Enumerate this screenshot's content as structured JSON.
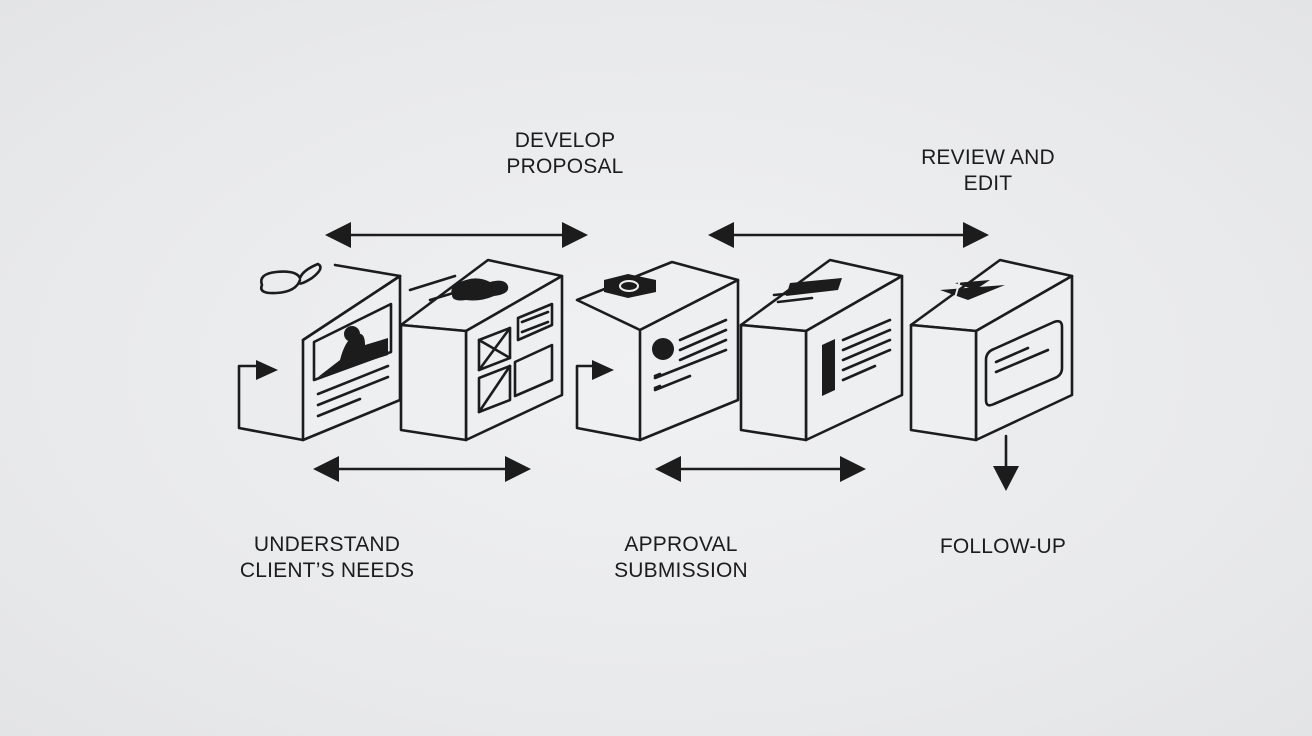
{
  "diagram": {
    "steps": {
      "develop_proposal": [
        "DEVELOP",
        "PROPOSAL"
      ],
      "review_and_edit": [
        "REVIEW AND",
        "EDIT"
      ],
      "understand_needs": [
        "UNDERSTAND",
        "CLIENT’S NEEDS"
      ],
      "approval_submission": [
        "APPROVAL",
        "SUBMISSION"
      ],
      "follow_up": [
        "FOLLOW-UP"
      ]
    },
    "colors": {
      "stroke": "#1c1c1c",
      "fill": "#eeeff1",
      "background": "#e8e9eb"
    },
    "icons": [
      "portrait-card-icon",
      "layout-grid-icon",
      "profile-list-icon",
      "document-sidebar-icon",
      "window-panel-icon"
    ]
  }
}
